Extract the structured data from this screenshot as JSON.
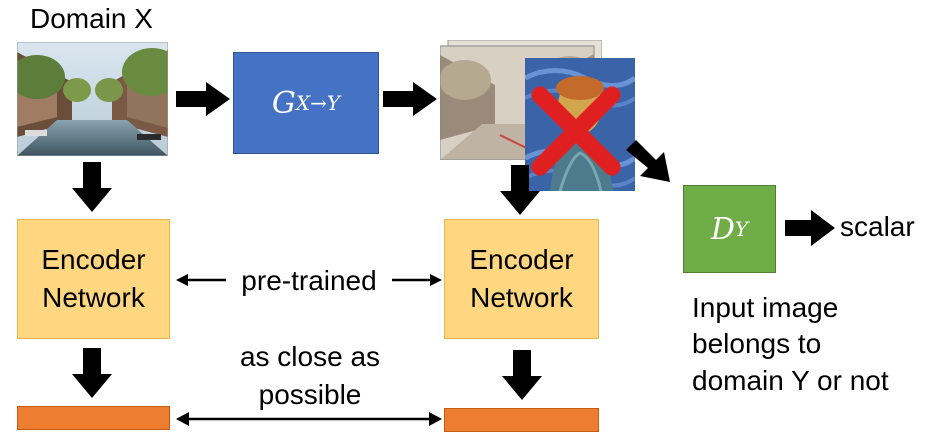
{
  "domain_x_label": "Domain X",
  "generator": {
    "symbol": "G",
    "subscript": "X→Y"
  },
  "discriminator": {
    "symbol": "D",
    "subscript": "Y"
  },
  "output_label": "scalar",
  "encoder_left": {
    "line1": "Encoder",
    "line2": "Network"
  },
  "encoder_right": {
    "line1": "Encoder",
    "line2": "Network"
  },
  "pretrained_label": "pre-trained",
  "close_label": {
    "line1": "as close as",
    "line2": "possible"
  },
  "discriminator_note": {
    "line1": "Input image",
    "line2": "belongs to",
    "line3": "domain Y or not"
  },
  "colors": {
    "generator": "#4472C4",
    "discriminator": "#70AD47",
    "encoder": "#FFD780",
    "feature_bar": "#ED7D31",
    "cross": "#E02020"
  },
  "icons": [
    "canal-photo",
    "translated-photo",
    "van-gogh-portrait",
    "cross-icon"
  ]
}
